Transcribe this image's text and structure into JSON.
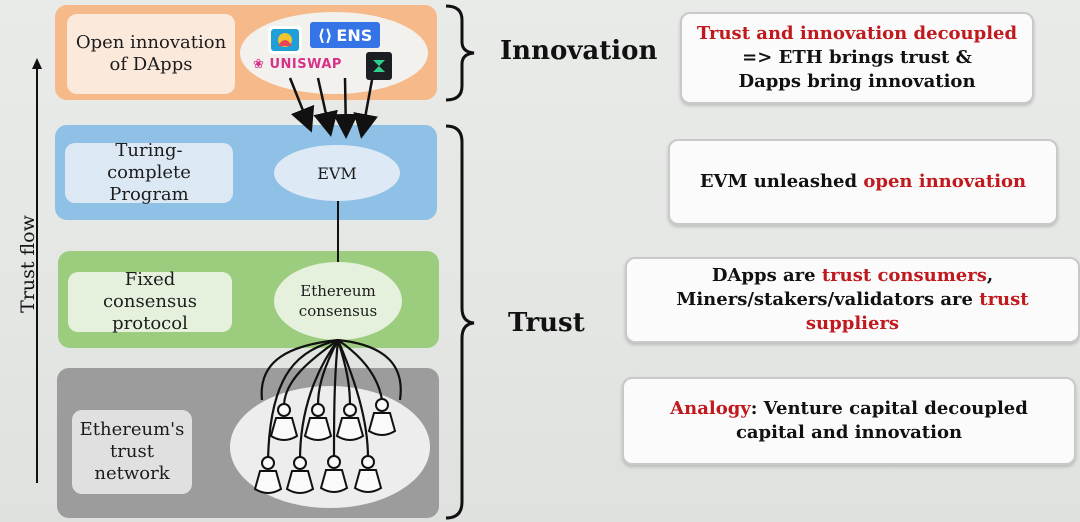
{
  "axis": {
    "label": "Trust flow"
  },
  "layers": {
    "innovation": {
      "label": "Open innovation of DApps",
      "logos": {
        "ens": "ENS",
        "uniswap": "UNISWAP"
      }
    },
    "evm": {
      "label": "Turing-complete Program",
      "node": "EVM"
    },
    "consensus": {
      "label": "Fixed consensus protocol",
      "node": "Ethereum consensus"
    },
    "network": {
      "label": "Ethereum's trust network"
    }
  },
  "brackets": {
    "innovation": "Innovation",
    "trust": "Trust"
  },
  "callouts": [
    {
      "lines": [
        [
          {
            "t": "Trust and innovation decoupled",
            "red": true
          }
        ],
        [
          {
            "t": "=> ETH brings trust &",
            "red": false
          }
        ],
        [
          {
            "t": "Dapps bring innovation",
            "red": false
          }
        ]
      ]
    },
    {
      "lines": [
        [
          {
            "t": "EVM unleashed ",
            "red": false
          },
          {
            "t": "open innovation",
            "red": true
          }
        ]
      ]
    },
    {
      "lines": [
        [
          {
            "t": "DApps are ",
            "red": false
          },
          {
            "t": "trust consumers",
            "red": true
          },
          {
            "t": ",",
            "red": false
          }
        ],
        [
          {
            "t": "Miners/stakers/validators are ",
            "red": false
          },
          {
            "t": "trust suppliers",
            "red": true
          }
        ]
      ]
    },
    {
      "lines": [
        [
          {
            "t": "Analogy",
            "red": true
          },
          {
            "t": ": Venture capital decoupled",
            "red": false
          }
        ],
        [
          {
            "t": "capital and innovation",
            "red": false
          }
        ]
      ]
    }
  ],
  "colors": {
    "innovation_layer": "#f6b98a",
    "evm_layer": "#8fc0e6",
    "consensus_layer": "#9ccc7e",
    "network_layer": "#9c9c9c",
    "highlight": "#c0191e"
  }
}
